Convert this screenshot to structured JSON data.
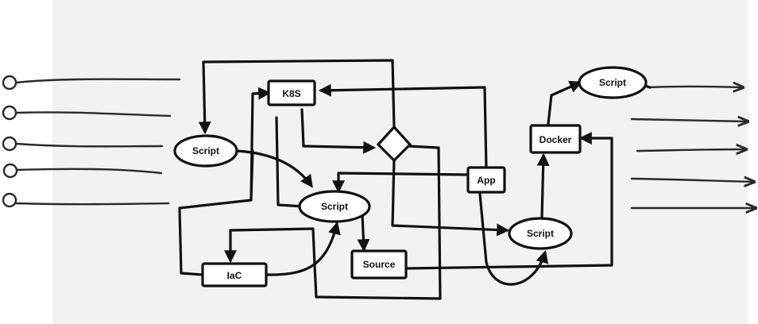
{
  "nodes": {
    "k8s": {
      "label": "K8S"
    },
    "script_left": {
      "label": "Script"
    },
    "script_center": {
      "label": "Script"
    },
    "script_top_right": {
      "label": "Script"
    },
    "script_bottom_right": {
      "label": "Script"
    },
    "docker": {
      "label": "Docker"
    },
    "app": {
      "label": "App"
    },
    "iac": {
      "label": "IaC"
    },
    "source": {
      "label": "Source"
    }
  },
  "colors": {
    "ink": "#111111",
    "panel": "#f2f2f2",
    "background": "#ffffff"
  }
}
